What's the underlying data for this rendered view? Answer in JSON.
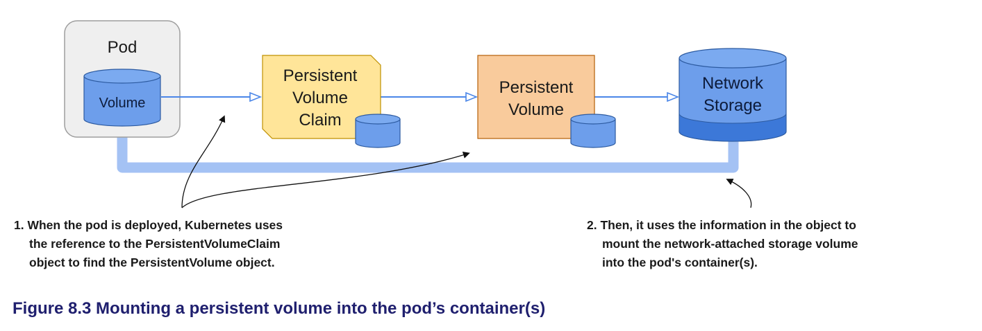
{
  "diagram": {
    "pod": {
      "title": "Pod",
      "volume_label": "Volume"
    },
    "pvc": {
      "line1": "Persistent",
      "line2": "Volume",
      "line3": "Claim"
    },
    "pv": {
      "line1": "Persistent",
      "line2": "Volume"
    },
    "storage": {
      "line1": "Network",
      "line2": "Storage"
    },
    "colors": {
      "pod_box": "#efefef",
      "pvc_fill": "#ffe599",
      "pv_fill": "#f9cb9c",
      "cylinder": "#6d9eeb",
      "storage_band": "#3c78d8",
      "arrow": "#4a86e8",
      "mount_path": "#a4c2f4",
      "caption": "#1f1f6e"
    }
  },
  "notes": {
    "note1": {
      "line1": "1. When the pod is deployed, Kubernetes uses",
      "line2": "the reference to the PersistentVolumeClaim",
      "line3": "object to find the PersistentVolume object."
    },
    "note2": {
      "line1": "2. Then, it uses the information in the object to",
      "line2": "mount the network-attached storage volume",
      "line3": "into the pod's container(s)."
    }
  },
  "caption": "Figure 8.3 Mounting a persistent volume into the pod’s container(s)"
}
